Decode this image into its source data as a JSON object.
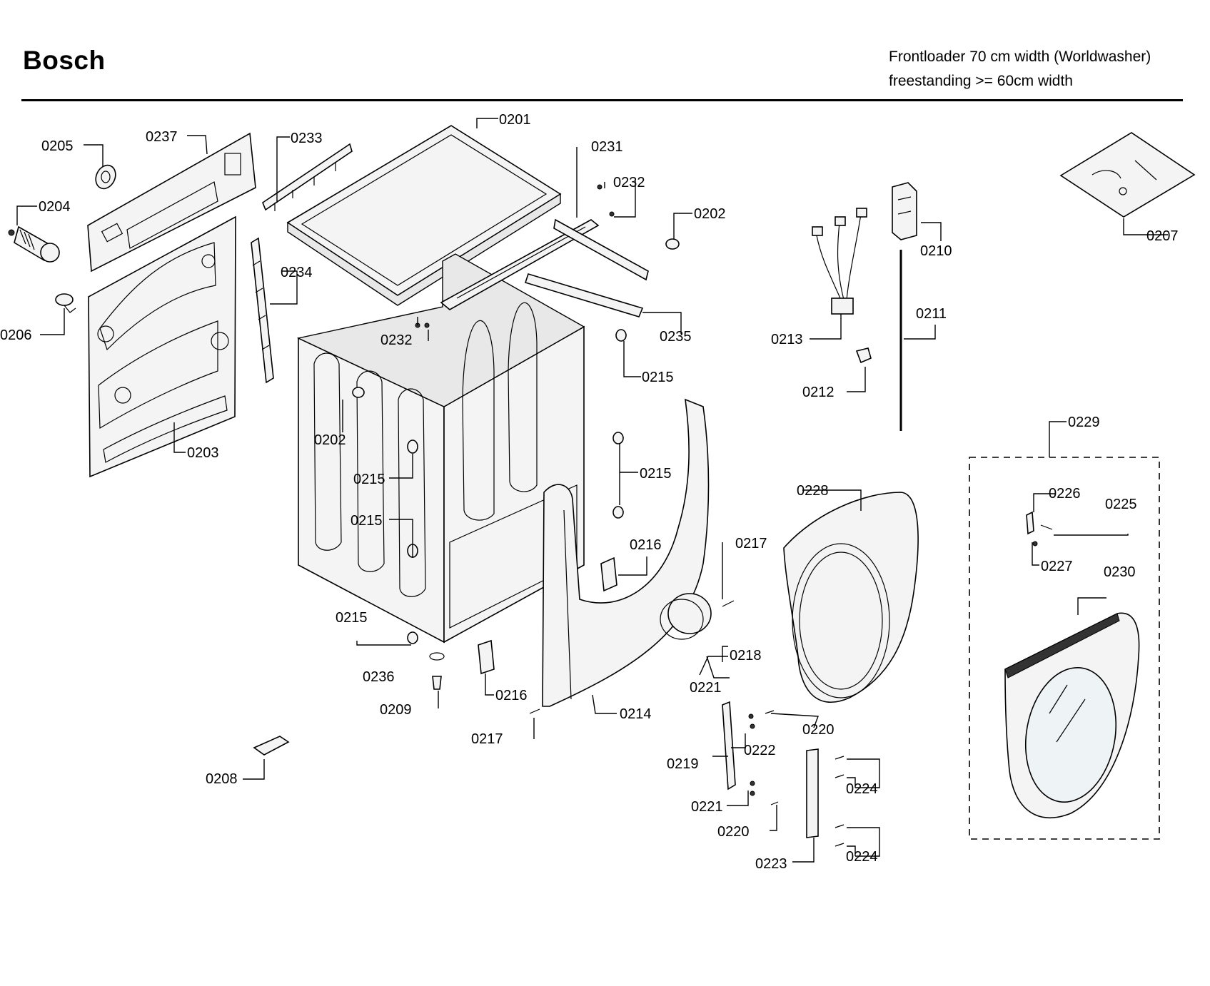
{
  "header": {
    "brand": "Bosch",
    "subtitle_line1": "Frontloader 70 cm width (Worldwasher)",
    "subtitle_line2": "freestanding >= 60cm width"
  },
  "parts": [
    {
      "name": "part-0201",
      "number": "0201"
    },
    {
      "name": "part-0231",
      "number": "0231"
    },
    {
      "name": "part-0205",
      "number": "0205"
    },
    {
      "name": "part-0237",
      "number": "0237"
    },
    {
      "name": "part-0233",
      "number": "0233"
    },
    {
      "name": "part-0232-a",
      "number": "0232"
    },
    {
      "name": "part-0202-a",
      "number": "0202"
    },
    {
      "name": "part-0204",
      "number": "0204"
    },
    {
      "name": "part-0234",
      "number": "0234"
    },
    {
      "name": "part-0206",
      "number": "0206"
    },
    {
      "name": "part-0232-b",
      "number": "0232"
    },
    {
      "name": "part-0235",
      "number": "0235"
    },
    {
      "name": "part-0215-a",
      "number": "0215"
    },
    {
      "name": "part-0210",
      "number": "0210"
    },
    {
      "name": "part-0207",
      "number": "0207"
    },
    {
      "name": "part-0211",
      "number": "0211"
    },
    {
      "name": "part-0213",
      "number": "0213"
    },
    {
      "name": "part-0212",
      "number": "0212"
    },
    {
      "name": "part-0203",
      "number": "0203"
    },
    {
      "name": "part-0202-b",
      "number": "0202"
    },
    {
      "name": "part-0229",
      "number": "0229"
    },
    {
      "name": "part-0215-b",
      "number": "0215"
    },
    {
      "name": "part-0215-c",
      "number": "0215"
    },
    {
      "name": "part-0228",
      "number": "0228"
    },
    {
      "name": "part-0226",
      "number": "0226"
    },
    {
      "name": "part-0225",
      "number": "0225"
    },
    {
      "name": "part-0215-d",
      "number": "0215"
    },
    {
      "name": "part-0216-a",
      "number": "0216"
    },
    {
      "name": "part-0217-a",
      "number": "0217"
    },
    {
      "name": "part-0227",
      "number": "0227"
    },
    {
      "name": "part-0230",
      "number": "0230"
    },
    {
      "name": "part-0215-e",
      "number": "0215"
    },
    {
      "name": "part-0218",
      "number": "0218"
    },
    {
      "name": "part-0236",
      "number": "0236"
    },
    {
      "name": "part-0221-a",
      "number": "0221"
    },
    {
      "name": "part-0216-b",
      "number": "0216"
    },
    {
      "name": "part-0209",
      "number": "0209"
    },
    {
      "name": "part-0214",
      "number": "0214"
    },
    {
      "name": "part-0220-a",
      "number": "0220"
    },
    {
      "name": "part-0217-b",
      "number": "0217"
    },
    {
      "name": "part-0222",
      "number": "0222"
    },
    {
      "name": "part-0219",
      "number": "0219"
    },
    {
      "name": "part-0208",
      "number": "0208"
    },
    {
      "name": "part-0224-a",
      "number": "0224"
    },
    {
      "name": "part-0221-b",
      "number": "0221"
    },
    {
      "name": "part-0220-b",
      "number": "0220"
    },
    {
      "name": "part-0224-b",
      "number": "0224"
    },
    {
      "name": "part-0223",
      "number": "0223"
    }
  ]
}
